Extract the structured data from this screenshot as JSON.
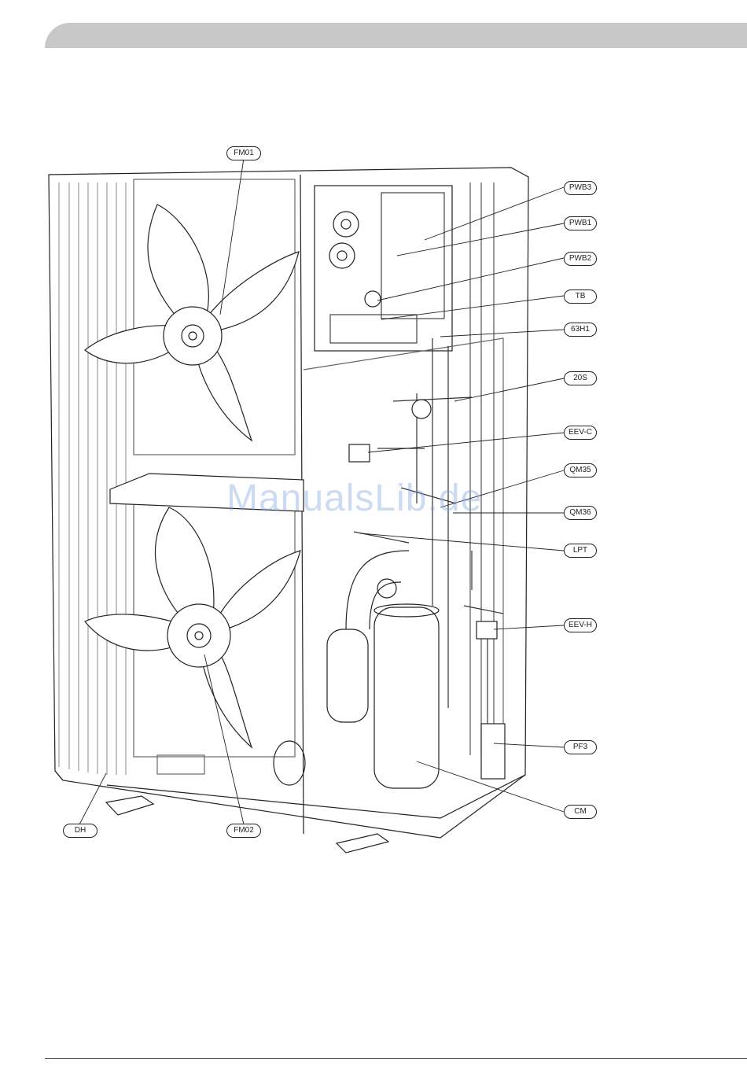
{
  "labels": {
    "fm01": "FM01",
    "pwb3": "PWB3",
    "pwb1": "PWB1",
    "pwb2": "PWB2",
    "tb": "TB",
    "h63": "63H1",
    "s20": "20S",
    "eevc": "EEV-C",
    "qm35": "QM35",
    "qm36": "QM36",
    "lpt": "LPT",
    "eevh": "EEV-H",
    "pf3": "PF3",
    "cm": "CM",
    "dh": "DH",
    "fm02": "FM02"
  },
  "watermark": "ManualsLib.de"
}
